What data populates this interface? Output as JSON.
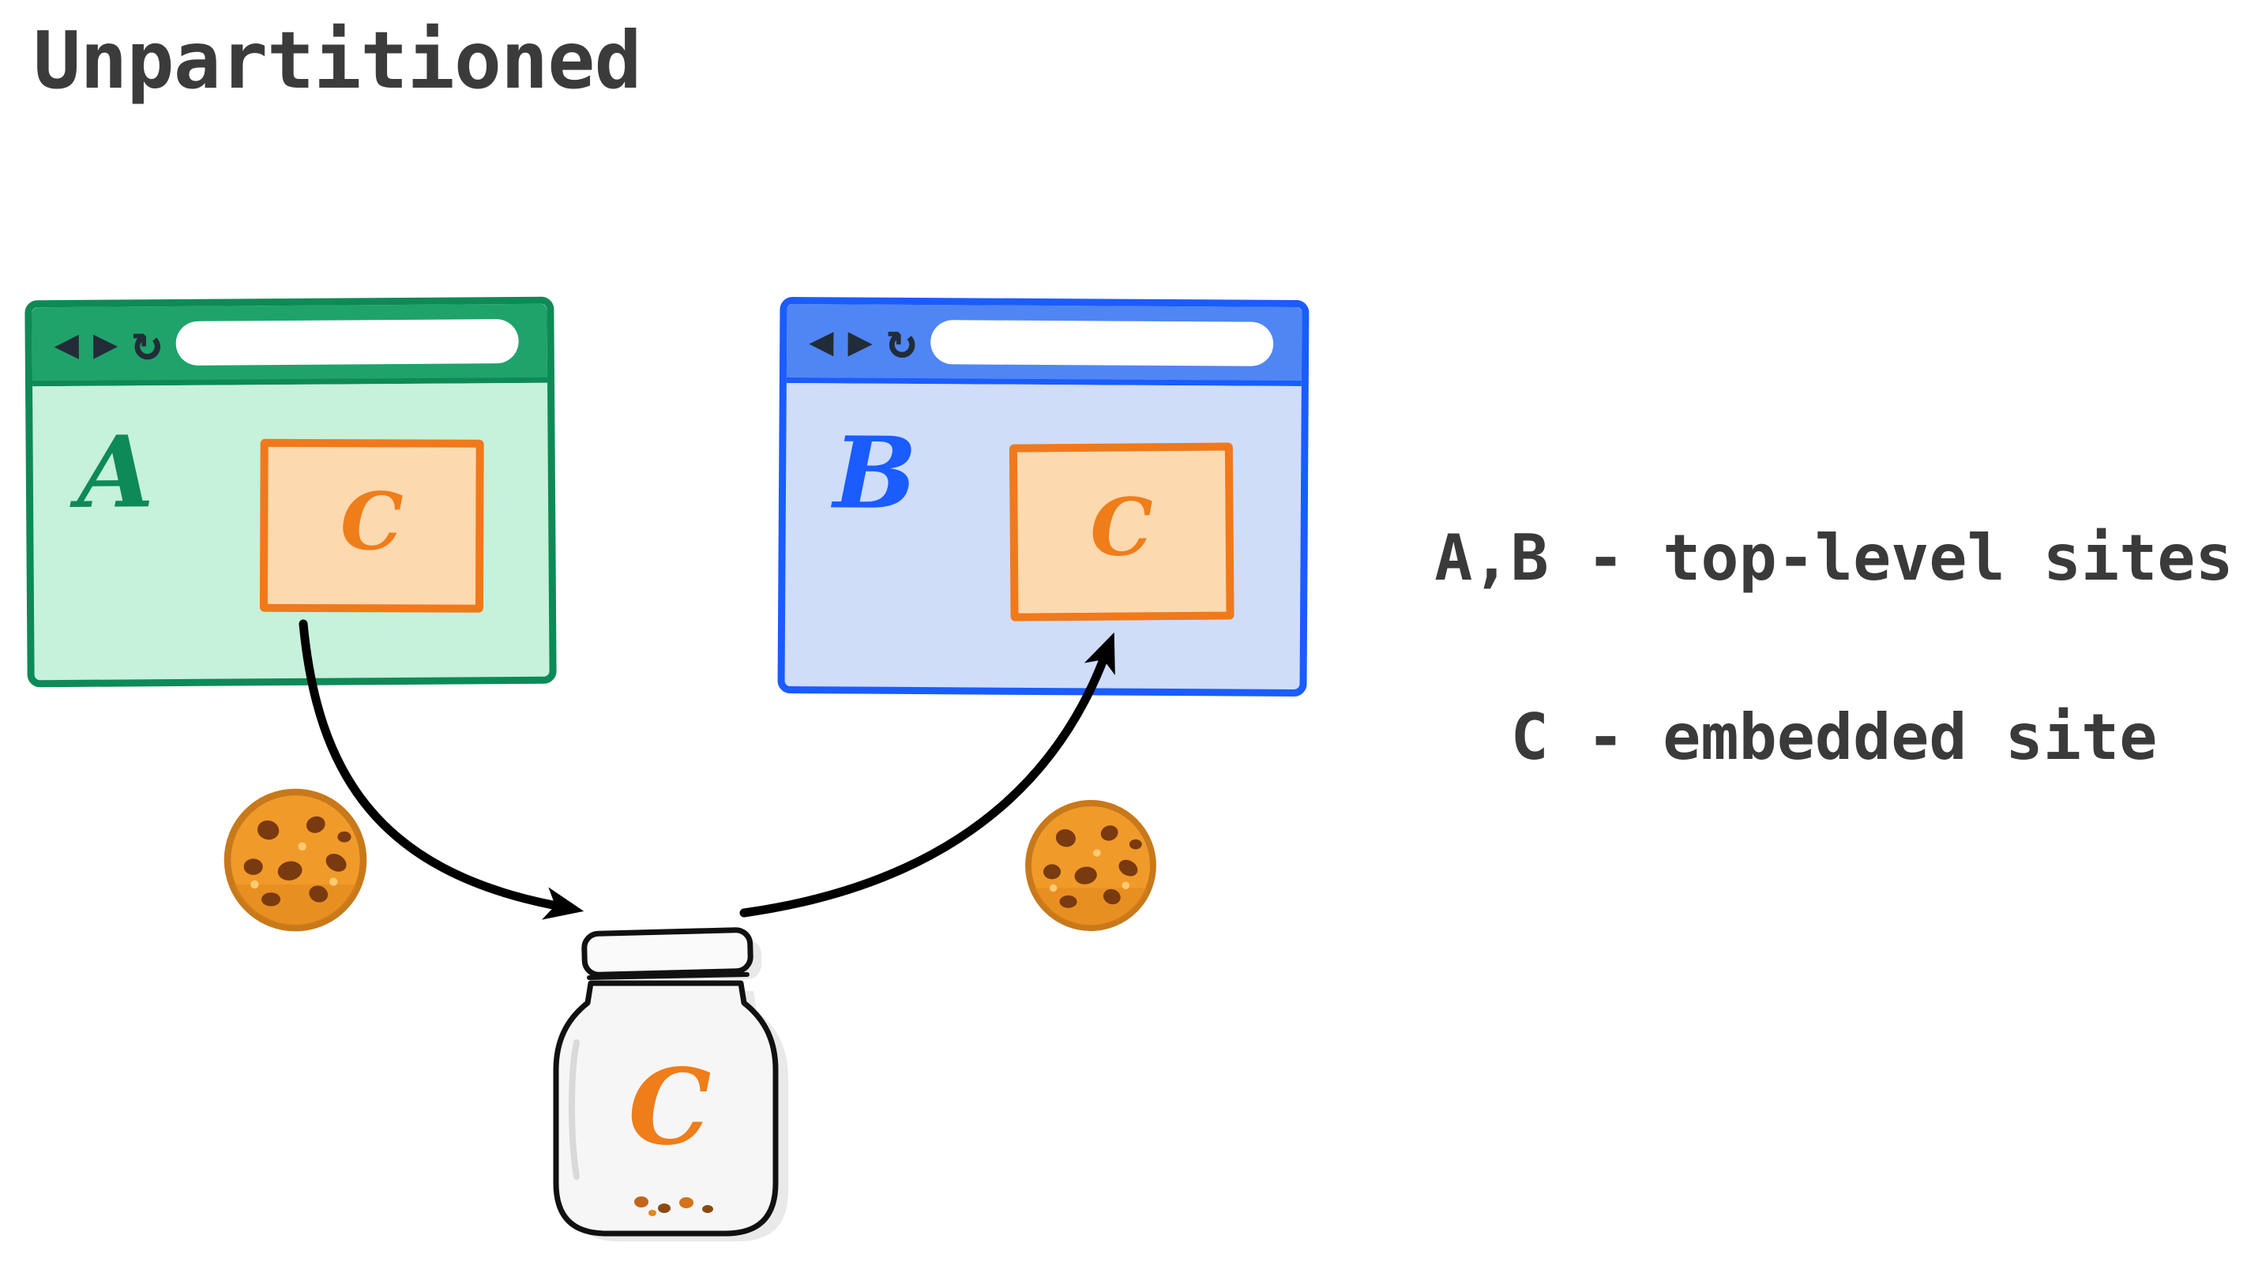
{
  "title": "Unpartitioned",
  "legend": {
    "line1": "A,B - top-level sites",
    "line2": "C - embedded site"
  },
  "window_a": {
    "label": "A",
    "embed_label": "C"
  },
  "window_b": {
    "label": "B",
    "embed_label": "C"
  },
  "jar": {
    "label": "C"
  },
  "toolbar": {
    "back_icon": "◀",
    "forward_icon": "▶",
    "reload_icon": "↻"
  },
  "colors": {
    "window_a_border": "#0e8a57",
    "window_a_header": "#1fa36b",
    "window_a_body": "#c6f1da",
    "window_b_border": "#1a5cff",
    "window_b_header": "#4f86f3",
    "window_b_body": "#cfddf9",
    "embed_border": "#f0791b",
    "embed_fill": "#fcd9af",
    "embed_text": "#ef7d1a",
    "arrow": "#000000",
    "text": "#3a3a3a",
    "cookie_body": "#f09a2a",
    "cookie_chip": "#7a3a10",
    "jar_fill": "#f6f6f6"
  }
}
